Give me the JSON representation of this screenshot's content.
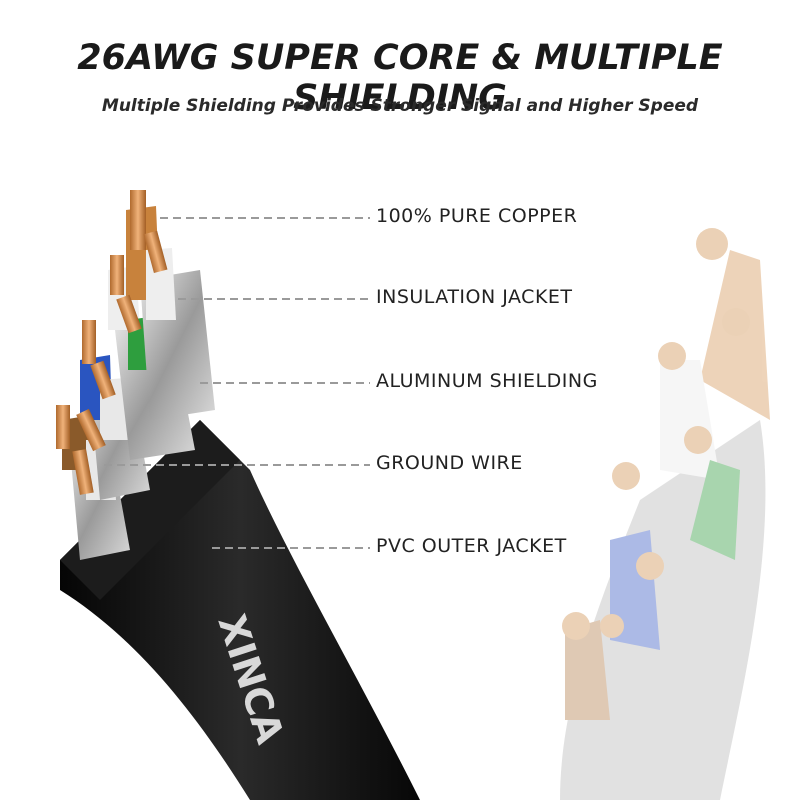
{
  "header": {
    "title": "26AWG SUPER CORE & MULTIPLE SHIELDING",
    "subtitle": "Multiple Shielding Provides Stronger Signal and Higher Speed"
  },
  "callouts": [
    {
      "label": "100% PURE COPPER"
    },
    {
      "label": "INSULATION JACKET"
    },
    {
      "label": "ALUMINUM SHIELDING"
    },
    {
      "label": "GROUND WIRE"
    },
    {
      "label": "PVC OUTER JACKET"
    }
  ],
  "cable": {
    "brand_print": "XINCA",
    "jacket_color": "#111111",
    "wire_colors": [
      "#c8823c",
      "#2e9e3e",
      "#2a55c0",
      "#8a5a2a"
    ],
    "copper_color": "#c98a4a"
  }
}
